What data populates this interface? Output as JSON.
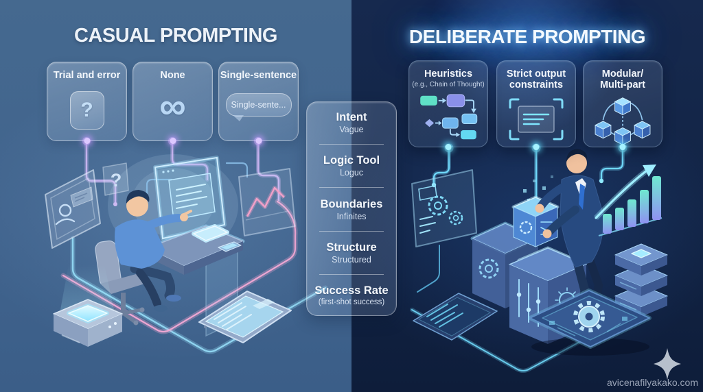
{
  "left_section": {
    "title": "CASUAL PROMPTING",
    "cards": [
      {
        "label": "Trial and error",
        "icon": "question-mark-icon",
        "glyph": "?"
      },
      {
        "label": "None",
        "icon": "infinity-icon",
        "glyph": "∞"
      },
      {
        "label": "Single-sentence",
        "icon": "speech-bubble-icon",
        "bubble_text": "Single-sente..."
      }
    ]
  },
  "right_section": {
    "title": "DELIBERATE PROMPTING",
    "cards": [
      {
        "label": "Heuristics",
        "sublabel": "(e.g., Chain of Thought)",
        "icon": "flowchart-icon"
      },
      {
        "label": "Strict output\nconstraints",
        "icon": "framed-output-icon"
      },
      {
        "label": "Modular/\nMulti-part",
        "icon": "cube-network-icon"
      }
    ]
  },
  "comparison_panel": {
    "rows": [
      {
        "label": "Intent",
        "value": "Vague"
      },
      {
        "label": "Logic Tool",
        "value": "Loguc"
      },
      {
        "label": "Boundaries",
        "value": "Infinites"
      },
      {
        "label": "Structure",
        "value": "Structured"
      },
      {
        "label": "Success Rate",
        "value": "(first-shot success)"
      }
    ]
  },
  "scene": {
    "floating_question_glyph": "?"
  },
  "footer": {
    "watermark": "avicenafilyakako.com"
  },
  "colors": {
    "left_bg": "#41648e",
    "right_bg": "#122445",
    "wire_purple": "#c5b2ee",
    "wire_pink": "#eda6d2",
    "wire_cyan": "#6fd8fa",
    "glow_cyan": "#9ff0ff",
    "bar_teal": "#6fe8d0",
    "bar_violet": "#8f92f2"
  }
}
